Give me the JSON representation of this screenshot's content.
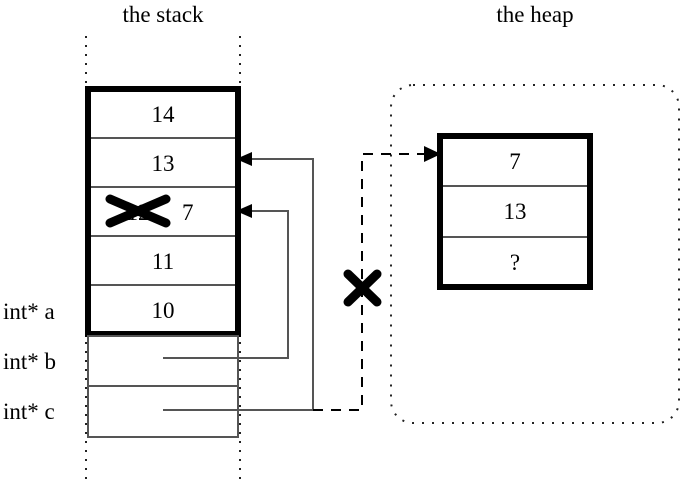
{
  "diagram": {
    "title_stack": "the stack",
    "title_heap": "the heap",
    "stack": {
      "label": "the stack",
      "frame_cells": [
        {
          "value": "14"
        },
        {
          "value": "13"
        },
        {
          "value": "12",
          "struck": true,
          "replacement": "7"
        },
        {
          "value": "11"
        },
        {
          "value": "10"
        }
      ],
      "pointer_rows": [
        {
          "label": "int* a"
        },
        {
          "label": "int* b"
        },
        {
          "label": "int* c"
        }
      ]
    },
    "heap": {
      "label": "the heap",
      "cells": [
        {
          "value": "7"
        },
        {
          "value": "13"
        },
        {
          "value": "?"
        }
      ]
    },
    "marks": {
      "cross_glyph": "✕",
      "cross_on_stack_value": "12 is crossed out and replaced by 7",
      "cross_on_heap_pointer": "pointer from int* c to the heap block is crossed out"
    },
    "colors": {
      "ink": "#000000",
      "background": "#ffffff",
      "thin_line": "#555555",
      "dotted_region": "#222222"
    }
  }
}
